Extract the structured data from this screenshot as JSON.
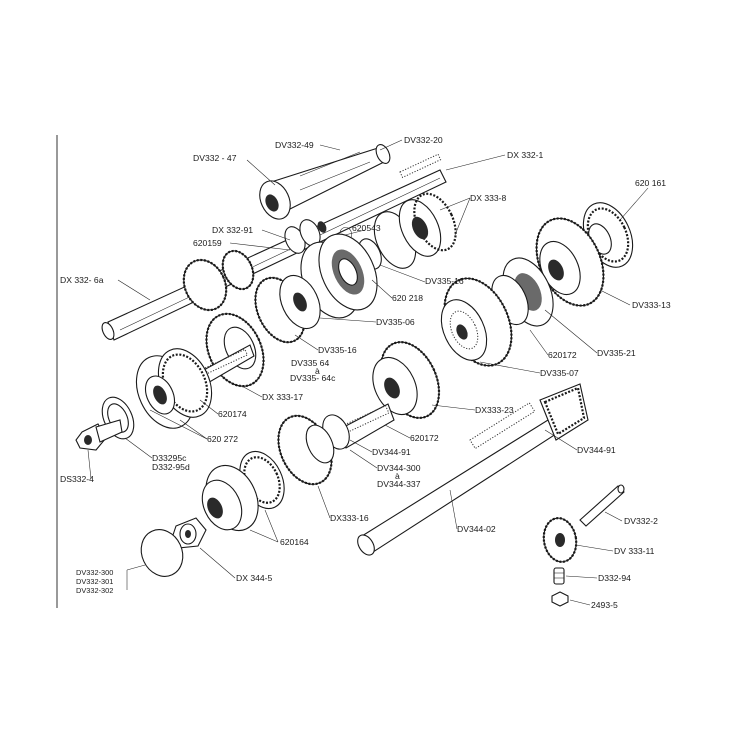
{
  "labels": {
    "dv332_20": "DV332-20",
    "dv332_49": "DV332-49",
    "dx332_1": "DX 332-1",
    "dv332_47": "DV332 - 47",
    "n620161": "620 161",
    "dx333_8": "DX 333-8",
    "n620543": "620543",
    "dx332_91": "DX 332-91",
    "n620159": "620159",
    "dx332_6a": "DX 332- 6a",
    "dv335_16_a": "DV335-16",
    "n620218": "620 218",
    "dv333_13": "DV333-13",
    "dv335_06": "DV335-06",
    "dv335_16_b": "DV335-16",
    "dv335_64": "DV335  64",
    "dv335_64_a": "à",
    "dv335_64c": "DV335- 64c",
    "n620172_a": "620172",
    "dv335_21": "DV335-21",
    "dv335_07": "DV335-07",
    "dx333_17": "DX 333-17",
    "n620174": "620174",
    "dx333_23": "DX333-23",
    "n620272": "620 272",
    "n620172_b": "620172",
    "dv344_91_a": "DV344-91",
    "d33295c": "D33295c",
    "d33295d": "D332-95d",
    "dv344_91_b": "DV344-91",
    "dv344_300": "DV344-300",
    "dv344_300_a": "à",
    "dv344_337": "DV344-337",
    "ds332_4": "DS332-4",
    "dx333_16": "DX333-16",
    "dv344_02": "DV344-02",
    "dv332_2": "DV332-2",
    "n620164": "620164",
    "dv333_11": "DV 333-11",
    "dv332_300": "DV332-300",
    "dv332_301": "DV332-301",
    "dv332_302": "DV332-302",
    "dx344_5": "DX 344-5",
    "d332_94": "D332-94",
    "n2493_5": "2493-5"
  }
}
